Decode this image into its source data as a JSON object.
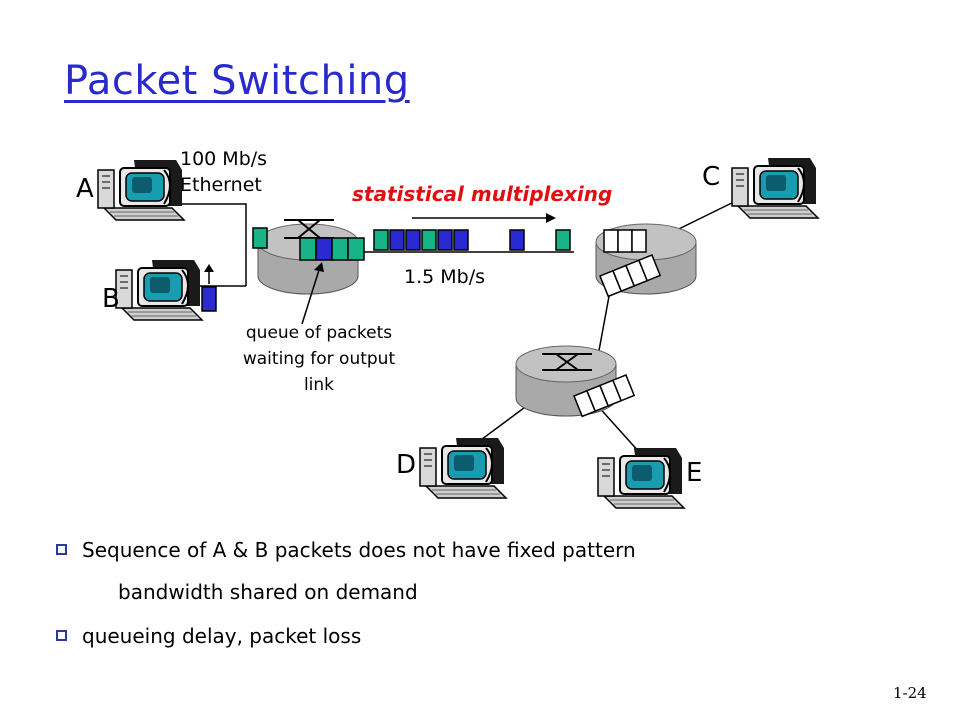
{
  "title": "Packet Switching",
  "nodes": {
    "a": "A",
    "b": "B",
    "c": "C",
    "d": "D",
    "e": "E"
  },
  "link_access": {
    "line1": "100 Mb/s",
    "line2": "Ethernet"
  },
  "link_core": "1.5 Mb/s",
  "multiplexing_label": "statistical multiplexing",
  "queue_note": {
    "line1": "queue of packets",
    "line2": "waiting for output",
    "line3": "link"
  },
  "bullets": [
    {
      "text": "Sequence of A & B packets does not have fixed pattern",
      "sub": "bandwidth shared on demand"
    },
    {
      "text": "queueing delay, packet loss"
    }
  ],
  "page_number": "1-24",
  "colors": {
    "title": "#2a2acc",
    "multiplexing": "#e01010",
    "packet_a": "#18b488",
    "packet_b": "#2a2ad0",
    "router": "#b4b4b4",
    "monitor_screen": "#1a9cb0"
  }
}
